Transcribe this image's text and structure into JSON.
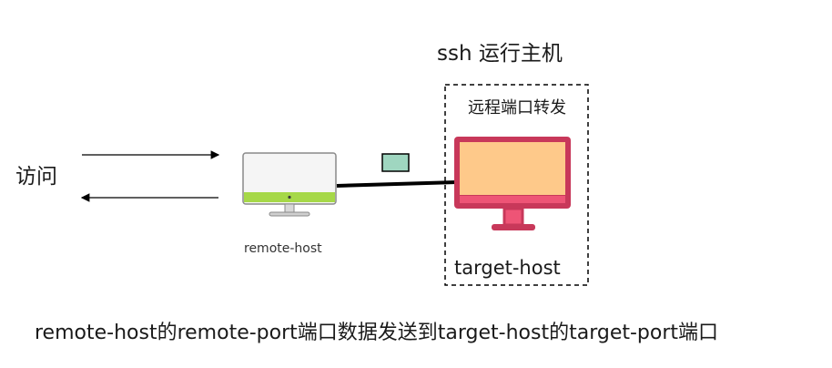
{
  "access_label": "访问",
  "ssh_host_title": "ssh 运行主机",
  "forward_label": "远程端口转发",
  "remote_host": {
    "label": "remote-host",
    "icon": "desktop-monitor-icon"
  },
  "target_host": {
    "label": "target-host",
    "icon": "desktop-monitor-icon"
  },
  "caption": "remote-host的remote-port端口数据发送到target-host的target-port端口",
  "colors": {
    "remote_screen": "#f5f5f5",
    "remote_bar": "#a6d848",
    "target_screen": "#fec98a",
    "target_frame": "#c8385a",
    "target_bar": "#ee5476",
    "packet": "#9fd6c0",
    "line": "#000000"
  }
}
